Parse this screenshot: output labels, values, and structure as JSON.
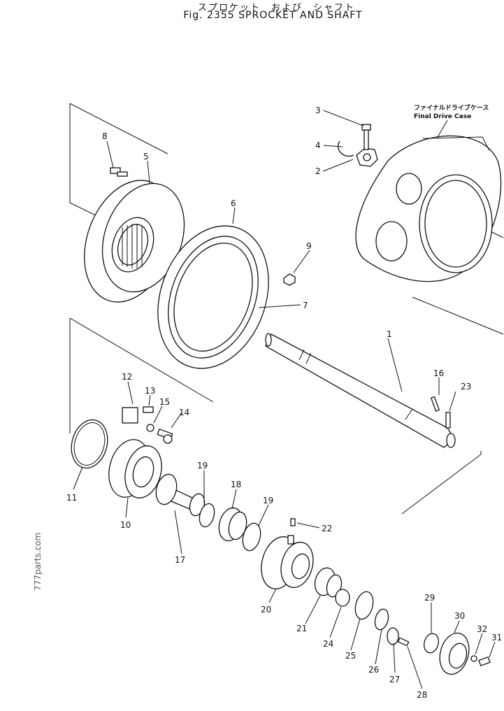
{
  "header": {
    "title_jp": "スプロケット　および　シャフト",
    "title_en": "Fig. 2355  SPROCKET  AND  SHAFT"
  },
  "case_label": {
    "jp": "ファイナルドライブケース",
    "en": "Final Drive Case"
  },
  "watermark": "777parts.com",
  "callouts": [
    "1",
    "2",
    "3",
    "4",
    "5",
    "6",
    "7",
    "8",
    "9",
    "10",
    "11",
    "12",
    "13",
    "14",
    "15",
    "16",
    "17",
    "18",
    "19",
    "19",
    "20",
    "21",
    "22",
    "23",
    "24",
    "25",
    "26",
    "27",
    "28",
    "29",
    "30",
    "31",
    "32"
  ]
}
